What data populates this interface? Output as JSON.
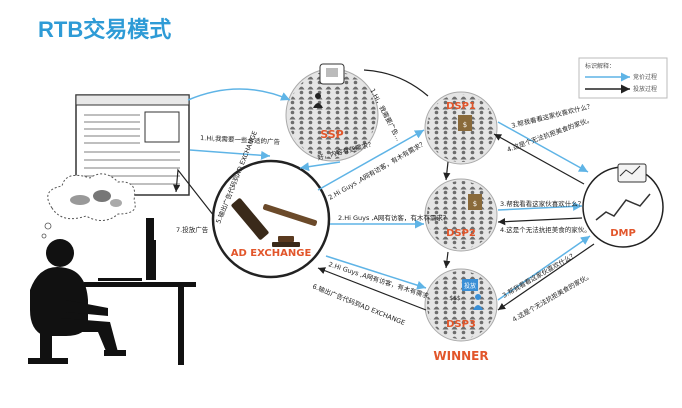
{
  "title": "RTB交易模式",
  "colors": {
    "title": "#2e9bd6",
    "bid_arrow": "#5fb4e6",
    "ad_arrow": "#222222",
    "accent_red": "#e2562b",
    "crowd": "#6d6d6d",
    "disc": "#e5e5e5"
  },
  "legend": {
    "heading": "标识解释：",
    "bid_process": "竞价过程",
    "serve_process": "投放过程"
  },
  "nodes": {
    "ssp": "SSP",
    "adx": "AD EXCHANGE",
    "dsp1": "DSP1",
    "dsp2": "DSP2",
    "dsp3": "DSP3",
    "dmp": "DMP",
    "winner": "WINNER"
  },
  "labels": {
    "l1": "1.Hi,我需要一些合适的广告",
    "l2": "1.Hi，我需要广告...",
    "l3": "好，内容有些需求？",
    "l4": "2.Hi Guys ,A网有访客，有木有需求？",
    "l5": "2.Hi Guys ,A网有访客，有木有需求？",
    "l6": "2.Hi Guys ,A网有访客，有木有需求",
    "l7": "3.帮我看看这家伙喜欢什么？",
    "l8": "4.这是个无法抗拒美食的家伙。",
    "l9": "3.帮我看看这家伙喜欢什么？",
    "l10": "4.这是个无法抗拒美食的家伙。",
    "l11": "3.帮我看看这家伙喜欢什么？",
    "l12": "4.这是个无法抗拒美食的家伙。",
    "l13": "5.输出广告代码到AD EXCHANGE",
    "l14": "6.输出广告代码到AD EXCHANGE",
    "l15": "7.投放广告",
    "bid_tag1": "$",
    "bid_tag2": "$",
    "bid_tag3": "$$$",
    "dsp3_sign": "投放"
  }
}
